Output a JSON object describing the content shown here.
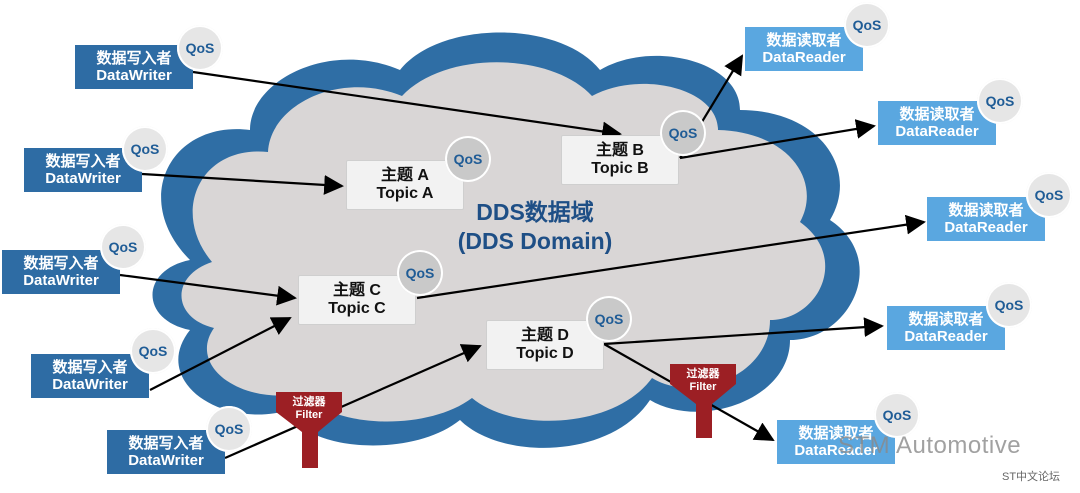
{
  "domain": {
    "line1": "DDS数据域",
    "line2": "(DDS Domain)"
  },
  "qos_label": "QoS",
  "writers": [
    {
      "cn": "数据写入者",
      "en": "DataWriter"
    },
    {
      "cn": "数据写入者",
      "en": "DataWriter"
    },
    {
      "cn": "数据写入者",
      "en": "DataWriter"
    },
    {
      "cn": "数据写入者",
      "en": "DataWriter"
    },
    {
      "cn": "数据写入者",
      "en": "DataWriter"
    }
  ],
  "readers": [
    {
      "cn": "数据读取者",
      "en": "DataReader"
    },
    {
      "cn": "数据读取者",
      "en": "DataReader"
    },
    {
      "cn": "数据读取者",
      "en": "DataReader"
    },
    {
      "cn": "数据读取者",
      "en": "DataReader"
    },
    {
      "cn": "数据读取者",
      "en": "DataReader"
    }
  ],
  "topics": [
    {
      "cn": "主题 A",
      "en": "Topic A"
    },
    {
      "cn": "主题 B",
      "en": "Topic B"
    },
    {
      "cn": "主题 C",
      "en": "Topic C"
    },
    {
      "cn": "主题 D",
      "en": "Topic D"
    }
  ],
  "filters": [
    {
      "cn": "过滤器",
      "en": "Filter"
    },
    {
      "cn": "过滤器",
      "en": "Filter"
    }
  ],
  "watermark": {
    "main": "STM Automotive",
    "sub": "ST中文论坛"
  },
  "colors": {
    "writer": "#2e6ca4",
    "reader": "#5aa7e0",
    "cloud_outer": "#2f6ea5",
    "cloud_inner": "#d9d6d6",
    "filter": "#9c1f24",
    "qos_text": "#1f5c96"
  }
}
